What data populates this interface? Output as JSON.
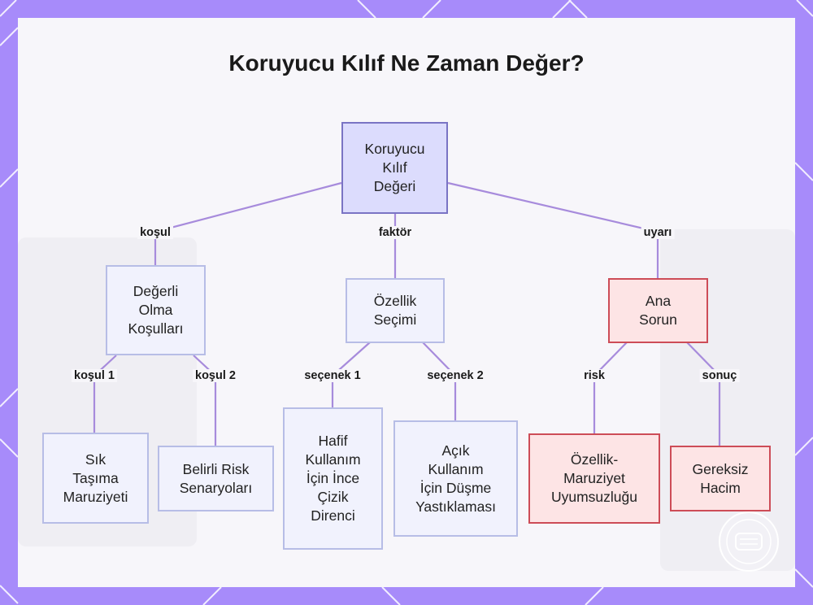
{
  "title": "Koruyucu Kılıf Ne Zaman Değer?",
  "nodes": {
    "root": "Koruyucu\nKılıf\nDeğeri",
    "conditions": "Değerli\nOlma\nKoşulları",
    "feature_choice": "Özellik\nSeçimi",
    "main_issue": "Ana\nSorun",
    "frequent_carry": "Sık\nTaşıma\nMaruziyeti",
    "risk_scenarios": "Belirli Risk\nSenaryoları",
    "light_use": "Hafif\nKullanım\nİçin İnce\nÇizik\nDirenci",
    "outdoor_use": "Açık\nKullanım\nİçin Düşme\nYastıklaması",
    "mismatch": "Özellik-\nMaruziyet\nUyumsuzluğu",
    "bulk": "Gereksiz\nHacim"
  },
  "edges": {
    "root_conditions": "koşul",
    "root_feature": "faktör",
    "root_issue": "uyarı",
    "cond_1": "koşul 1",
    "cond_2": "koşul 2",
    "opt_1": "seçenek 1",
    "opt_2": "seçenek 2",
    "risk": "risk",
    "result": "sonuç"
  },
  "colors": {
    "frame": "#a78bfa",
    "edge": "#a78bdc",
    "root_fill": "#dcdcfd",
    "node_fill": "#f1f2fd",
    "warn_fill": "#fde4e5",
    "warn_border": "#cd4c57"
  }
}
